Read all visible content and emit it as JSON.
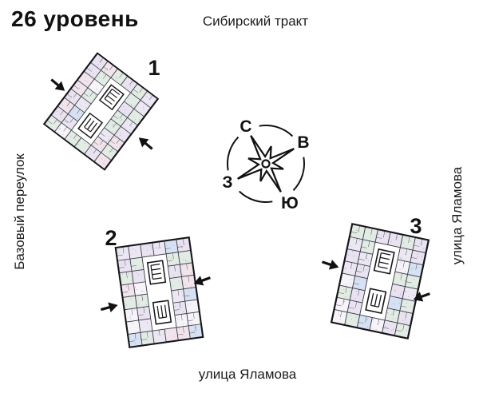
{
  "page": {
    "title": "26 уровень"
  },
  "streets": {
    "top": "Сибирский тракт",
    "left": "Базовый переулок",
    "right": "улица Яламова",
    "bottom": "улица Яламова"
  },
  "compass": {
    "north": "С",
    "east": "В",
    "south": "Ю",
    "west": "З"
  },
  "buildings": [
    {
      "label": "1"
    },
    {
      "label": "2"
    },
    {
      "label": "3"
    }
  ],
  "icons": {
    "compass": "compass-rose-icon",
    "entrance": "entrance-arrow-icon",
    "plan": "floor-plan-icon"
  },
  "colors": {
    "ink": "#111111",
    "wall": "#35353d",
    "outer_wall": "#15151a",
    "rooms": [
      "#e8e2f1",
      "#e2ece5",
      "#e8e2f1",
      "#d6e2f3",
      "#ece8f3",
      "#e2ece5",
      "#f1e4ec",
      "#f6f4f9"
    ]
  }
}
